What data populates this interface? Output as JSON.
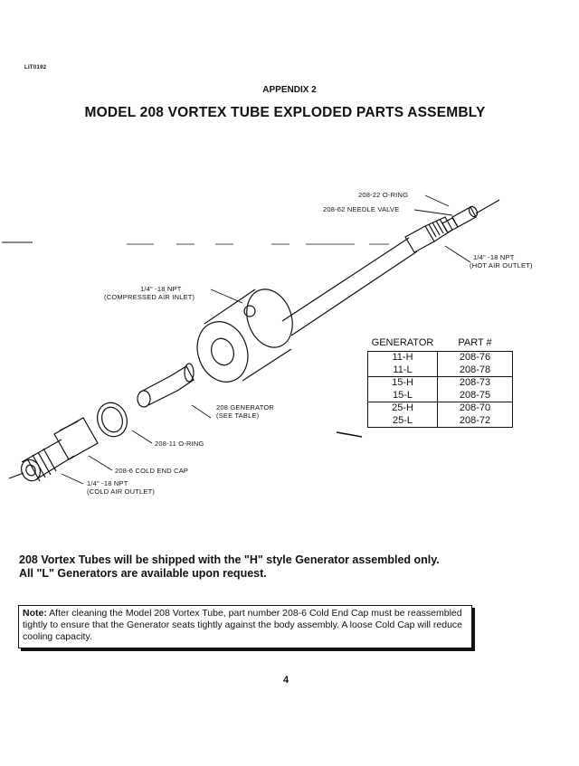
{
  "doc_id": "LIT0192",
  "appendix": "APPENDIX 2",
  "title": "MODEL 208 VORTEX TUBE EXPLODED PARTS ASSEMBLY",
  "labels": {
    "oring_22": "208-22  O-RING",
    "needle_valve": "208-62  NEEDLE  VALVE",
    "hot_npt": "1/4\"  -18  NPT",
    "hot_outlet": "(HOT  AIR  OUTLET)",
    "inlet_npt": "1/4\"  -18  NPT",
    "inlet_desc": "(COMPRESSED  AIR  INLET)",
    "generator": "208  GENERATOR",
    "generator_see": "(SEE  TABLE)",
    "oring_11": "208-11  O-RING",
    "cold_cap": "208-6  COLD  END  CAP",
    "cold_npt": "1/4\"  -18  NPT",
    "cold_outlet": "(COLD  AIR  OUTLET)"
  },
  "table": {
    "headers": [
      "GENERATOR",
      "PART #"
    ],
    "rows": [
      [
        "11-H",
        "208-76"
      ],
      [
        "11-L",
        "208-78"
      ],
      [
        "15-H",
        "208-73"
      ],
      [
        "15-L",
        "208-75"
      ],
      [
        "25-H",
        "208-70"
      ],
      [
        "25-L",
        "208-72"
      ]
    ]
  },
  "ship_note": {
    "line1": "208 Vortex Tubes will be shipped with the \"H\" style Generator assembled only.",
    "line2": "All \"L\" Generators are available upon request."
  },
  "note": {
    "label": "Note:",
    "text": " After cleaning the Model 208 Vortex Tube, part number 208-6 Cold End Cap must be reassembled tightly to ensure that the Generator seats tightly against the body assembly. A loose Cold Cap will reduce cooling capacity."
  },
  "page_number": "4"
}
